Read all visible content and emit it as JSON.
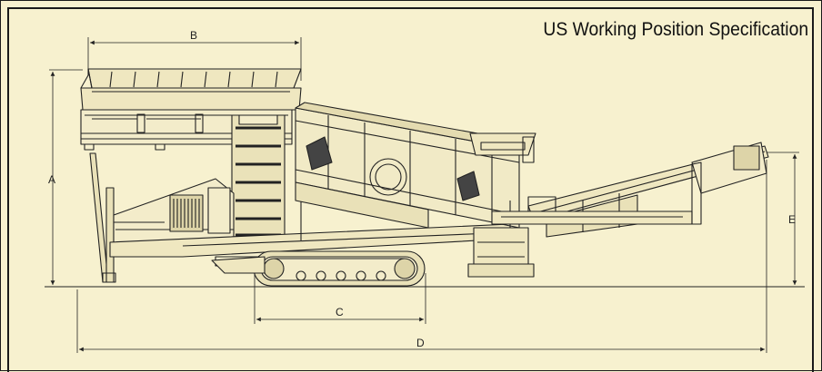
{
  "title": "US Working Position Specification",
  "dimensions": {
    "a": "A",
    "b": "B",
    "c": "C",
    "d": "D",
    "e": "E"
  },
  "colors": {
    "background": "#f7f1cf",
    "line": "#1a1a1a"
  }
}
